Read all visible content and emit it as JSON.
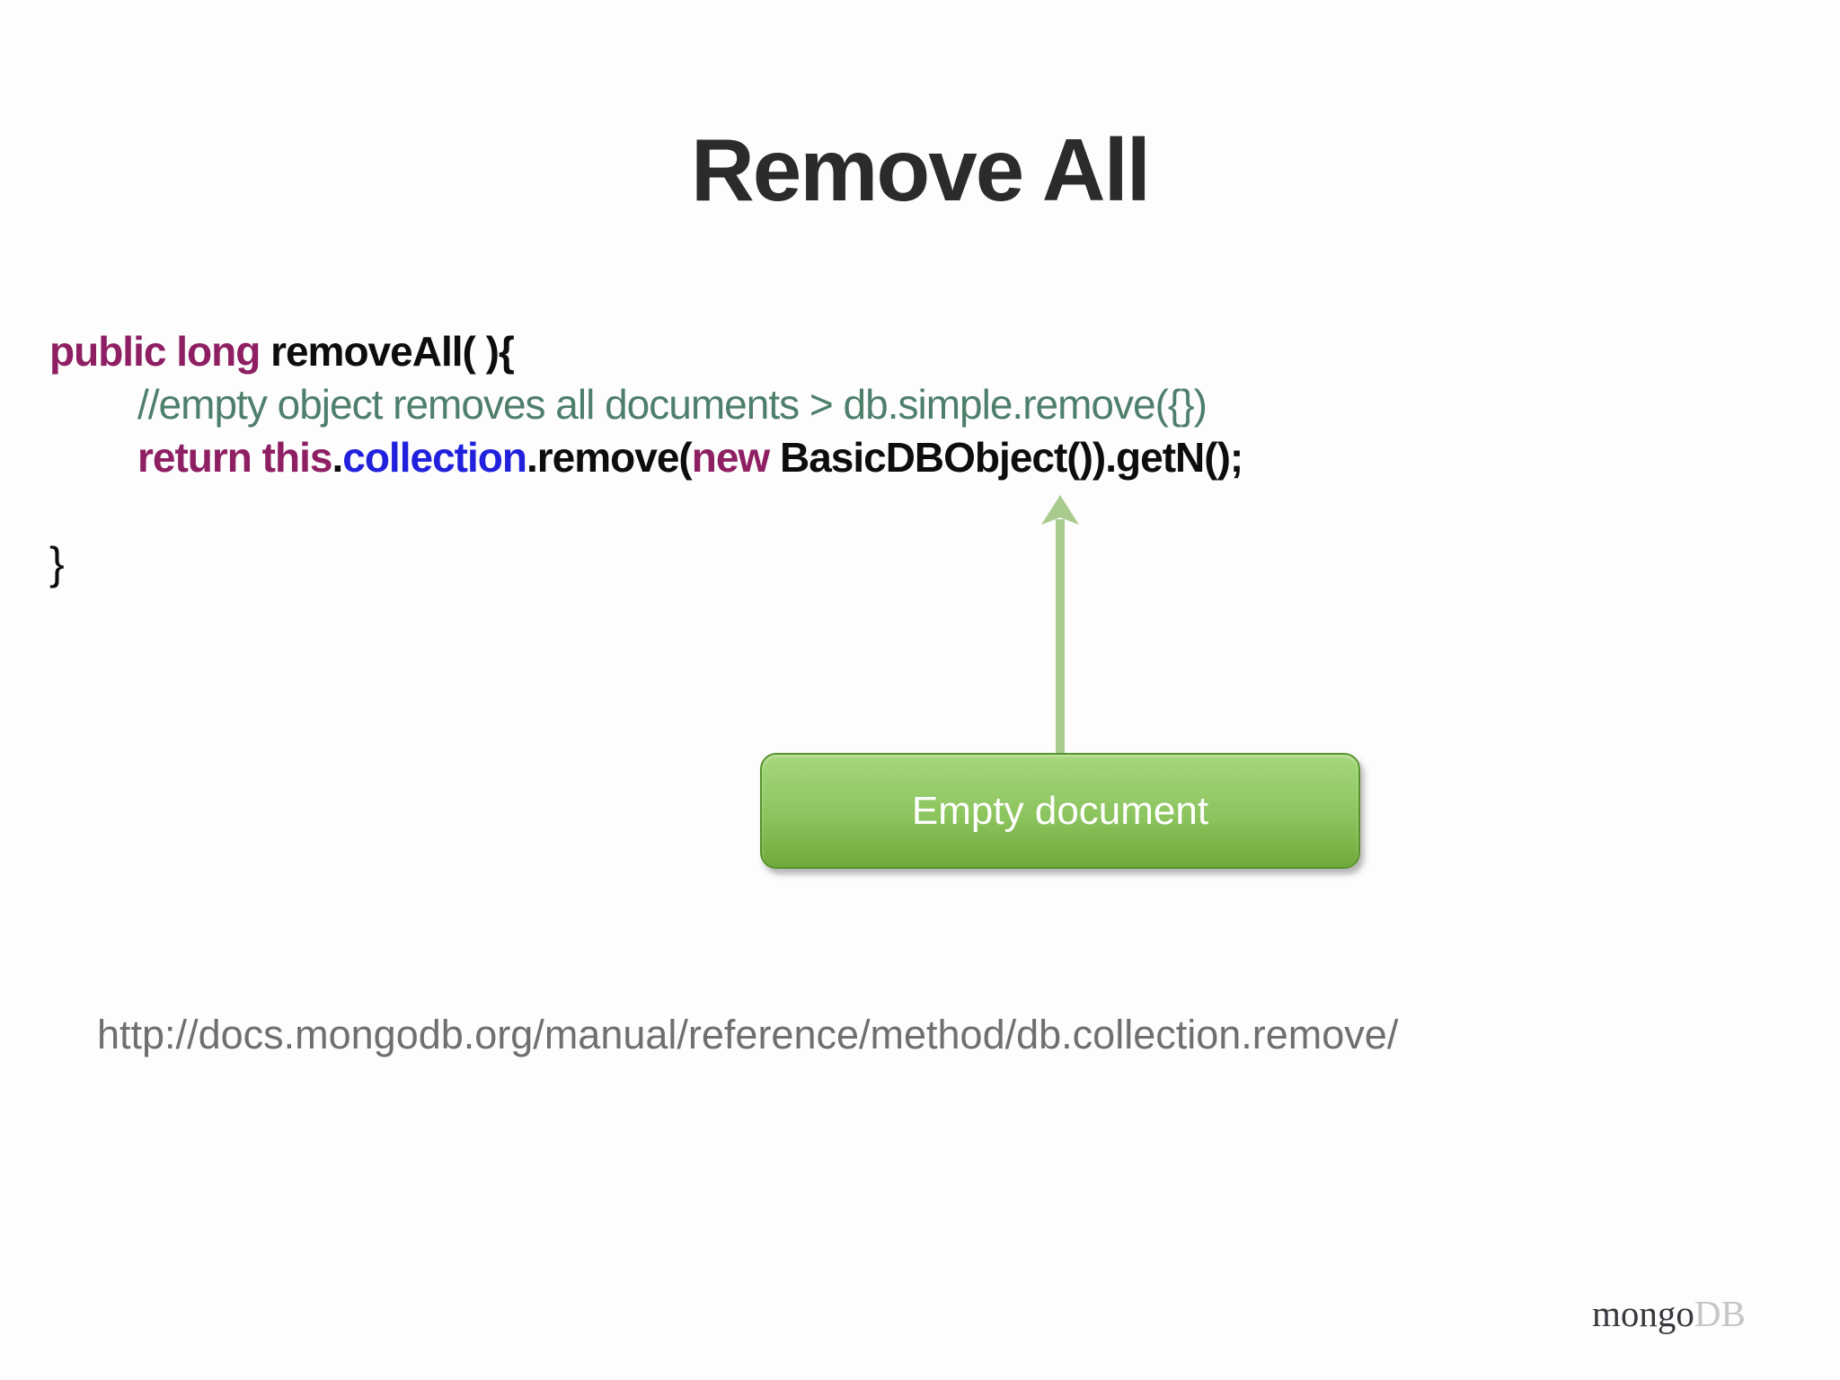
{
  "slide": {
    "title": "Remove All",
    "code": {
      "line1": {
        "keyword": "public long",
        "rest": " removeAll( ){"
      },
      "line2_comment": "//empty object removes all documents > db.simple.remove({})",
      "line3": {
        "kw1": "return this",
        "dot1": ".",
        "ident": "collection",
        "mid": ".remove(",
        "kw2": "new",
        "tail": " BasicDBObject()).getN();"
      },
      "line5_brace": "}"
    },
    "callout": {
      "label": "Empty document"
    },
    "footer_url": "http://docs.mongodb.org/manual/reference/method/db.collection.remove/",
    "logo": {
      "part1": "mongo",
      "part2": "DB"
    }
  },
  "colors": {
    "bg": "#fdfdfd",
    "title": "#2b2b2b",
    "code": "#0d0d0d",
    "keyword": "#8e1f63",
    "identifier": "#2121dd",
    "comment": "#4e7f6b",
    "url": "#6f6f6f",
    "button_top": "#a6d77b",
    "button_mid": "#8cc45e",
    "button_bottom": "#70a93a",
    "button_border": "#55942c",
    "arrow": "#a9cb8d",
    "logo_dark": "#38383f",
    "logo_light": "#c5c5ca"
  }
}
